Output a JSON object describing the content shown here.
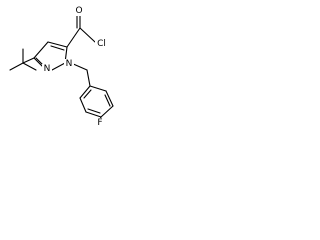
{
  "molecule": {
    "atoms": {
      "O": "O",
      "Cl": "Cl",
      "N1": "N",
      "N2": "N",
      "F": "F"
    }
  }
}
